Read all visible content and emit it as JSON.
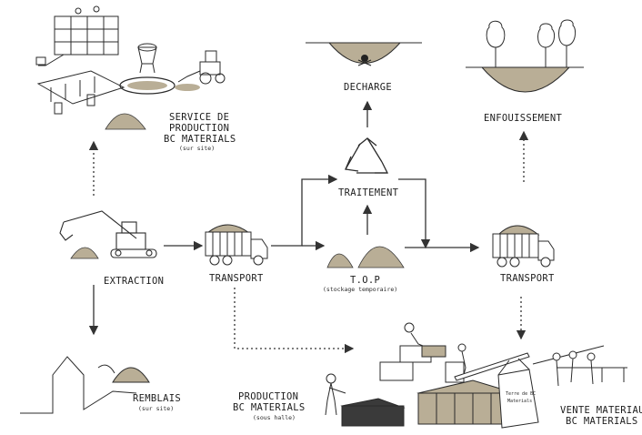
{
  "nodes": {
    "service": {
      "line1": "SERVICE DE",
      "line2": "PRODUCTION",
      "line3": "BC MATERIALS",
      "sub": "(sur site)"
    },
    "decharge": {
      "label": "DECHARGE"
    },
    "enfouissement": {
      "label": "ENFOUISSEMENT"
    },
    "traitement": {
      "label": "TRAITEMENT"
    },
    "extraction": {
      "label": "EXTRACTION"
    },
    "transport_left": {
      "label": "TRANSPORT"
    },
    "top": {
      "label": "T.O.P",
      "sub": "(stockage temporaire)"
    },
    "transport_right": {
      "label": "TRANSPORT"
    },
    "remblais": {
      "label": "REMBLAIS",
      "sub": "(sur site)"
    },
    "production_hall": {
      "line1": "PRODUCTION",
      "line2": "BC MATERIALS",
      "sub": "(sous halle)"
    },
    "vente": {
      "line1": "VENTE MATERIAU",
      "line2": "BC MATERIALS"
    },
    "bag": {
      "line1": "Terre de BC",
      "line2": "Materials"
    }
  },
  "colors": {
    "earth": "#b9ae96",
    "ink": "#2b2b2b",
    "line": "#333333"
  }
}
